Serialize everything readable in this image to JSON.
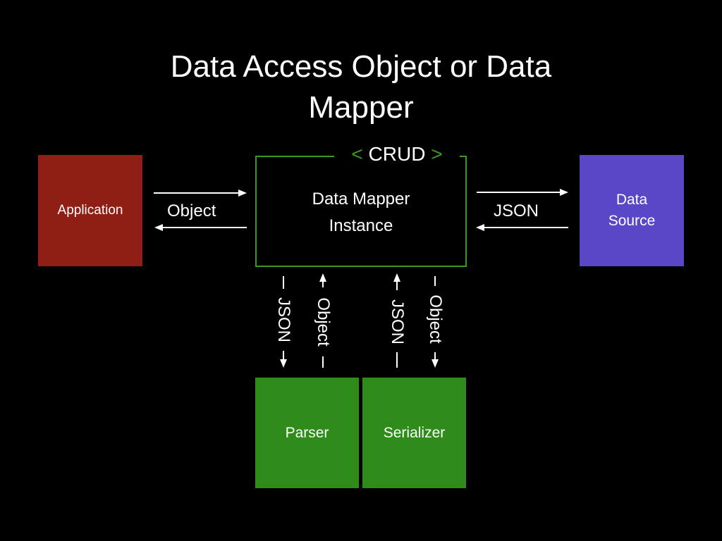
{
  "title_line1": "Data Access Object or Data",
  "title_line2": "Mapper",
  "nodes": {
    "application": "Application",
    "data_source_line1": "Data",
    "data_source_line2": "Source",
    "mapper_line1": "Data Mapper",
    "mapper_line2": "Instance",
    "parser": "Parser",
    "serializer": "Serializer"
  },
  "crud": {
    "open": "<",
    "text": "CRUD",
    "close": ">"
  },
  "edges": {
    "app_mapper": "Object",
    "mapper_source": "JSON",
    "to_parser": "JSON",
    "from_parser": "Object",
    "to_serializer": "JSON",
    "from_serializer": "Object"
  },
  "colors": {
    "background": "#000000",
    "application": "#8f1f14",
    "data_source": "#5a47c7",
    "parser": "#2f8c1a",
    "serializer": "#2f8c1a",
    "mapper_border": "#3a9a22"
  }
}
